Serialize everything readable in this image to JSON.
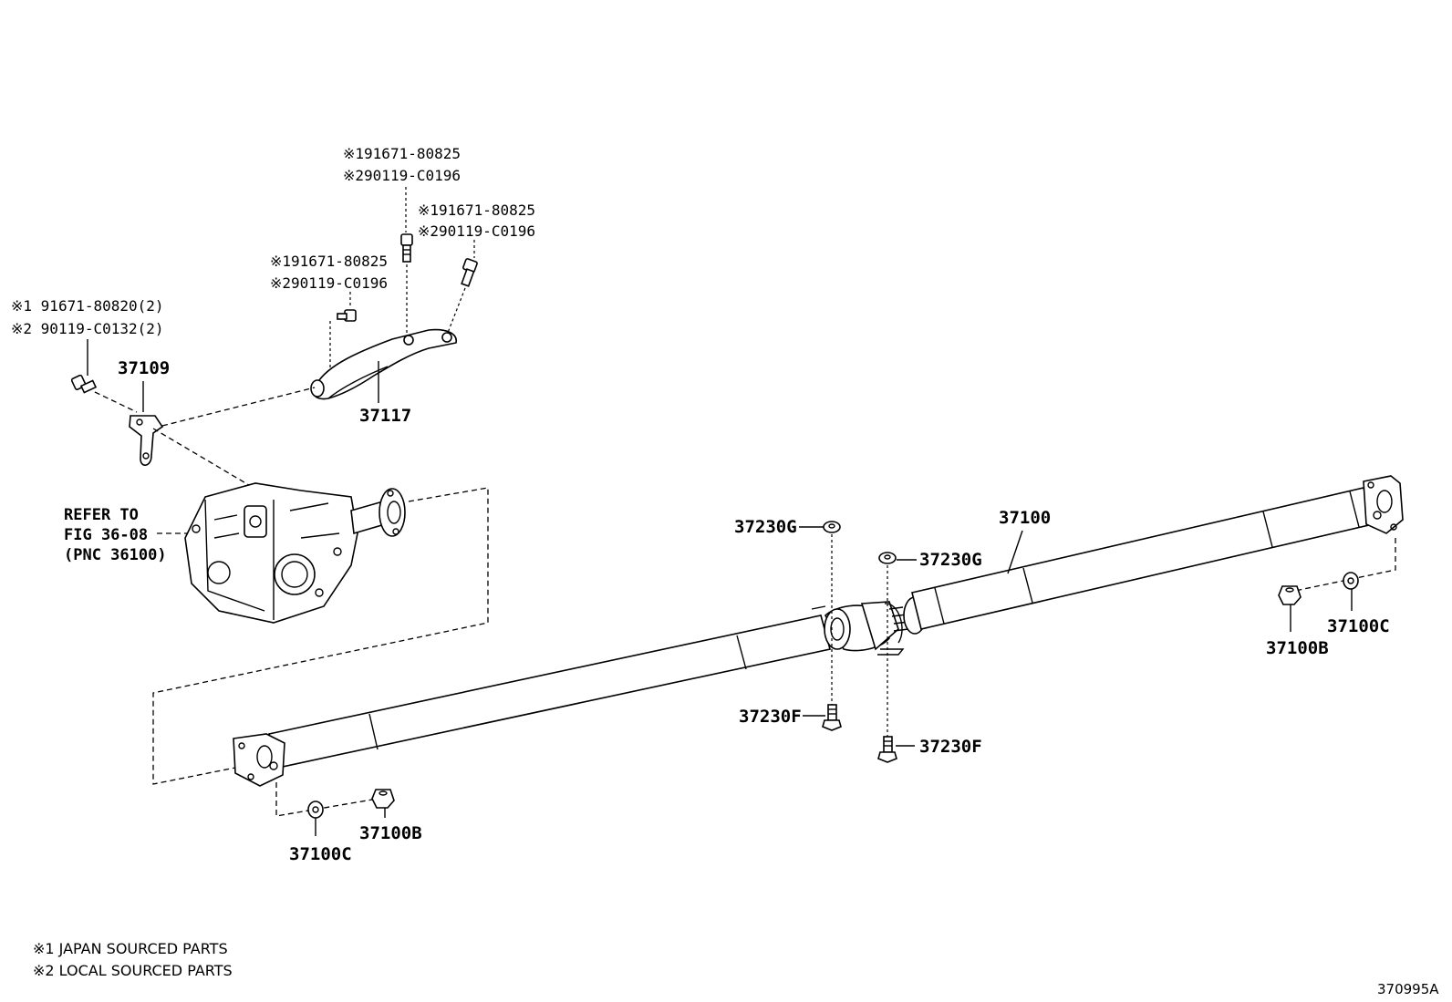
{
  "parts": {
    "p37109": "37109",
    "p37117": "37117",
    "p37100": "37100",
    "p37230G_1": "37230G",
    "p37230G_2": "37230G",
    "p37230F_1": "37230F",
    "p37230F_2": "37230F",
    "p37100B_1": "37100B",
    "p37100C_1": "37100C",
    "p37100B_2": "37100B",
    "p37100C_2": "37100C"
  },
  "callouts": {
    "top_line1": "※191671-80825",
    "top_line2": "※290119-C0196",
    "right_line1": "※191671-80825",
    "right_line2": "※290119-C0196",
    "mid_line1": "※191671-80825",
    "mid_line2": "※290119-C0196",
    "left_line1": "※1 91671-80820(2)",
    "left_line2": "※2 90119-C0132(2)"
  },
  "refer": {
    "line1": "REFER TO",
    "line2": "FIG 36-08",
    "line3": "(PNC 36100)"
  },
  "notes": {
    "note1": "※1 JAPAN SOURCED PARTS",
    "note2": "※2 LOCAL SOURCED PARTS"
  },
  "figure_number": "370995A"
}
